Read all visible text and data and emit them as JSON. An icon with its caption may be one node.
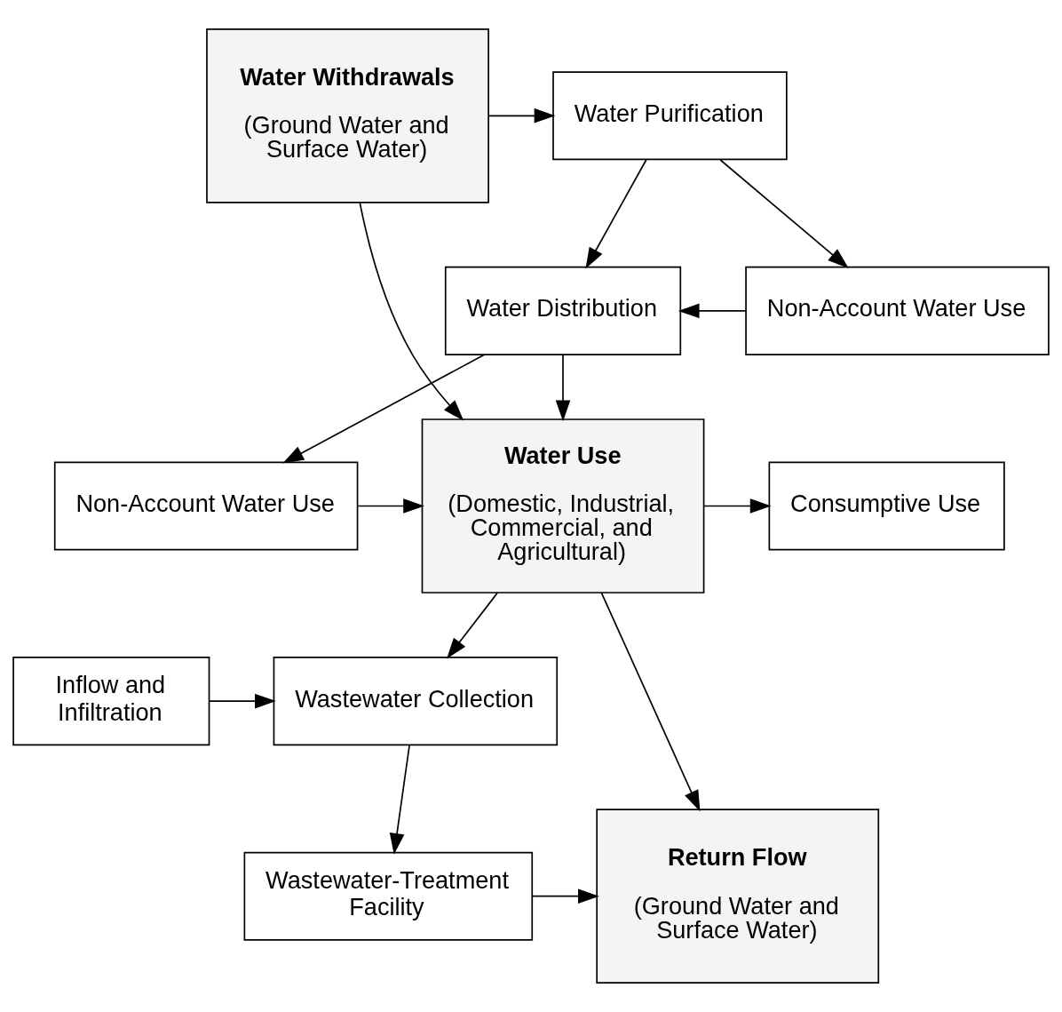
{
  "diagram": {
    "nodes": [
      {
        "text": [
          "Water Withdrawals",
          "(Ground Water and Surface Water)"
        ]
      },
      {
        "text": [
          "Water Purification"
        ]
      },
      {
        "text": [
          "Non-Account Water Use"
        ]
      },
      {
        "text": [
          "Water Distribution"
        ]
      },
      {
        "text": [
          "Water Use",
          "(Domestic, Industrial, Commercial, and Agricultural)"
        ]
      },
      {
        "text": [
          "Consumptive Use"
        ]
      },
      {
        "text": [
          "Non-Account Water Use"
        ]
      },
      {
        "text": [
          "Inflow and Infiltration"
        ]
      },
      {
        "text": [
          "Wastewater Collection"
        ]
      },
      {
        "text": [
          "Return Flow",
          "(Ground Water and Surface Water)"
        ]
      },
      {
        "text": [
          "Wastewater-Treatment Facility"
        ]
      }
    ],
    "edges": [
      {
        "from": 0,
        "to": 1,
        "arrow": "to"
      },
      {
        "from": 0,
        "to": 4,
        "arrow": "to"
      },
      {
        "from": 1,
        "to": 2,
        "arrow": "to"
      },
      {
        "from": 1,
        "to": 3,
        "arrow": "to"
      },
      {
        "from": 2,
        "to": 3,
        "arrow": "to"
      },
      {
        "from": 3,
        "to": 4,
        "arrow": "to"
      },
      {
        "from": 3,
        "to": 6,
        "arrow": "to"
      },
      {
        "from": 6,
        "to": 4,
        "arrow": "to"
      },
      {
        "from": 4,
        "to": 5,
        "arrow": "to"
      },
      {
        "from": 4,
        "to": 9,
        "arrow": "to"
      },
      {
        "from": 4,
        "to": 8,
        "arrow": "to"
      },
      {
        "from": 7,
        "to": 8,
        "arrow": "to"
      },
      {
        "from": 8,
        "to": 10,
        "arrow": "to"
      },
      {
        "from": 10,
        "to": 9,
        "arrow": "to"
      }
    ]
  }
}
